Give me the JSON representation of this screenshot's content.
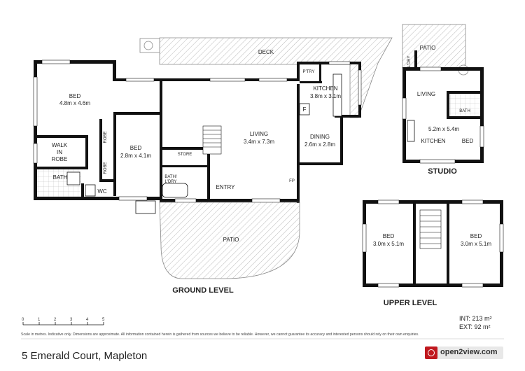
{
  "rooms": {
    "deck": "DECK",
    "bed_main": "BED",
    "bed_main_dim": "4.8m x 4.6m",
    "walk_in_robe_1": "WALK",
    "walk_in_robe_2": "IN",
    "walk_in_robe_3": "ROBE",
    "bath": "BATH",
    "wc": "WC",
    "robe": "ROBE",
    "bed2": "BED",
    "bed2_dim": "2.8m x 4.1m",
    "store": "STORE",
    "bath_ldry_1": "BATH/",
    "bath_ldry_2": "L'DRY",
    "living": "LIVING",
    "living_dim": "3.4m x 7.3m",
    "entry": "ENTRY",
    "ptry": "P'TRY",
    "kitchen": "KITCHEN",
    "kitchen_dim": "3.8m x 3.1m",
    "fridge": "F",
    "dining": "DINING",
    "dining_dim": "2.6m x 2.8m",
    "fp": "FP",
    "patio": "PATIO",
    "studio_patio": "PATIO",
    "studio_ldry": "L'DRY",
    "studio_living": "LIVING",
    "studio_bath": "BATH",
    "studio_dim": "5.2m x 5.4m",
    "studio_kitchen": "KITCHEN",
    "studio_bed": "BED",
    "upper_bed1": "BED",
    "upper_bed1_dim": "3.0m x 5.1m",
    "upper_bed2": "BED",
    "upper_bed2_dim": "3.0m x 5.1m"
  },
  "levels": {
    "ground": "GROUND LEVEL",
    "studio": "STUDIO",
    "upper": "UPPER LEVEL"
  },
  "scale": {
    "ticks": [
      "0",
      "1",
      "2",
      "3",
      "4",
      "5"
    ]
  },
  "area": {
    "internal": "INT: 213 m²",
    "external": "EXT: 92 m²"
  },
  "footer": {
    "disclaimer": "Scale in metres. Indicative only. Dimensions are approximate. All information contained herein is gathered from sources we believe to be reliable. However, we cannot guarantee its accuracy and interested persons should rely on their own enquiries.",
    "address": "5 Emerald Court, Mapleton",
    "brand": "open2view.com"
  }
}
